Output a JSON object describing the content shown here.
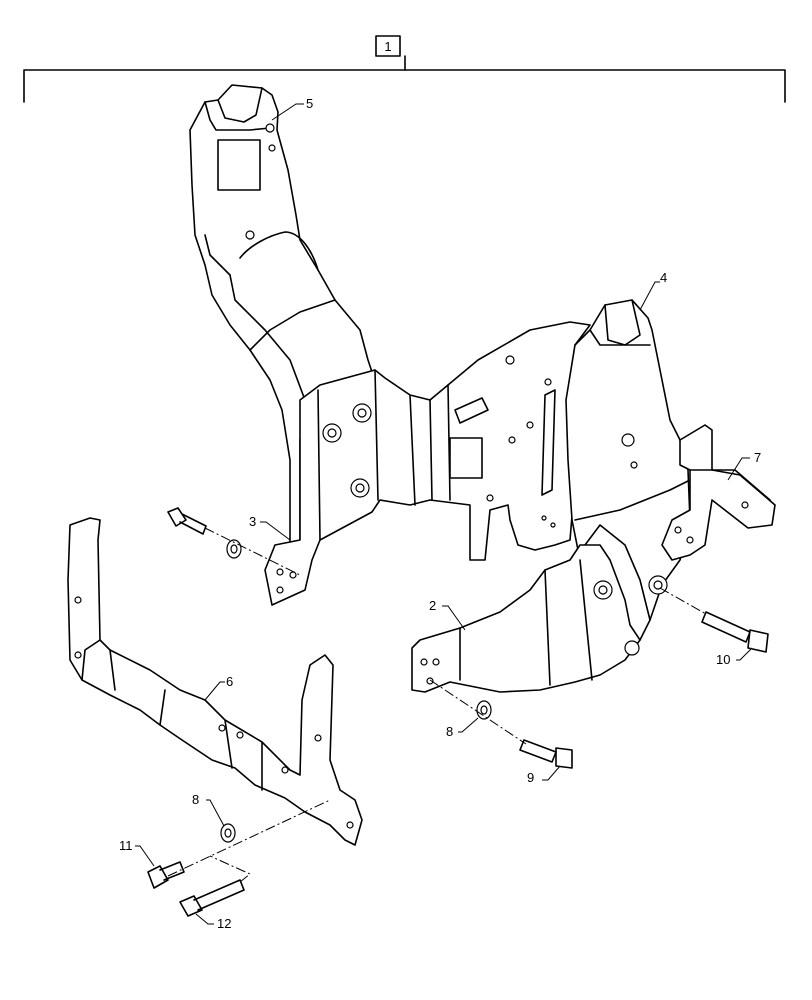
{
  "assembly": {
    "callout": "1"
  },
  "callouts": {
    "c2": "2",
    "c3": "3",
    "c4": "4",
    "c5": "5",
    "c6": "6",
    "c7": "7",
    "c8a": "8",
    "c8b": "8",
    "c9": "9",
    "c10": "10",
    "c11": "11",
    "c12": "12"
  }
}
